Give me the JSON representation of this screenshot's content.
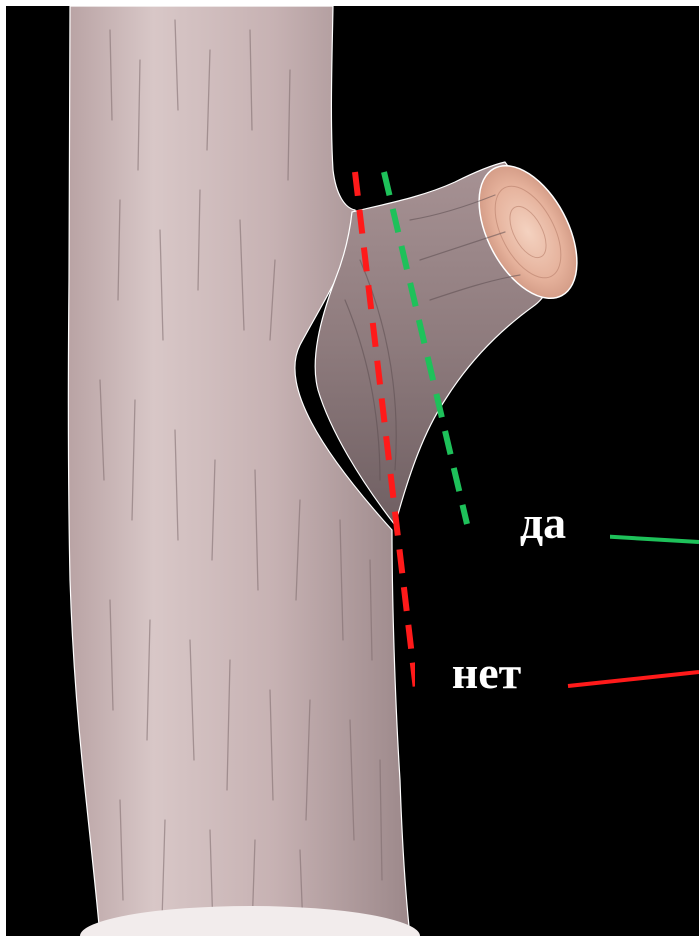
{
  "labels": {
    "yes": "да",
    "no": "нет"
  },
  "colors": {
    "background": "#000000",
    "yes_line": "#1ec15a",
    "no_line": "#ff1a1a",
    "bark": "#c9b5b5",
    "bark_shadow": "#8f7c7e",
    "cut_wood": "#e9b8a4"
  },
  "icons": {
    "main": "tree-trunk-illustration",
    "branch": "cut-branch-stub"
  }
}
